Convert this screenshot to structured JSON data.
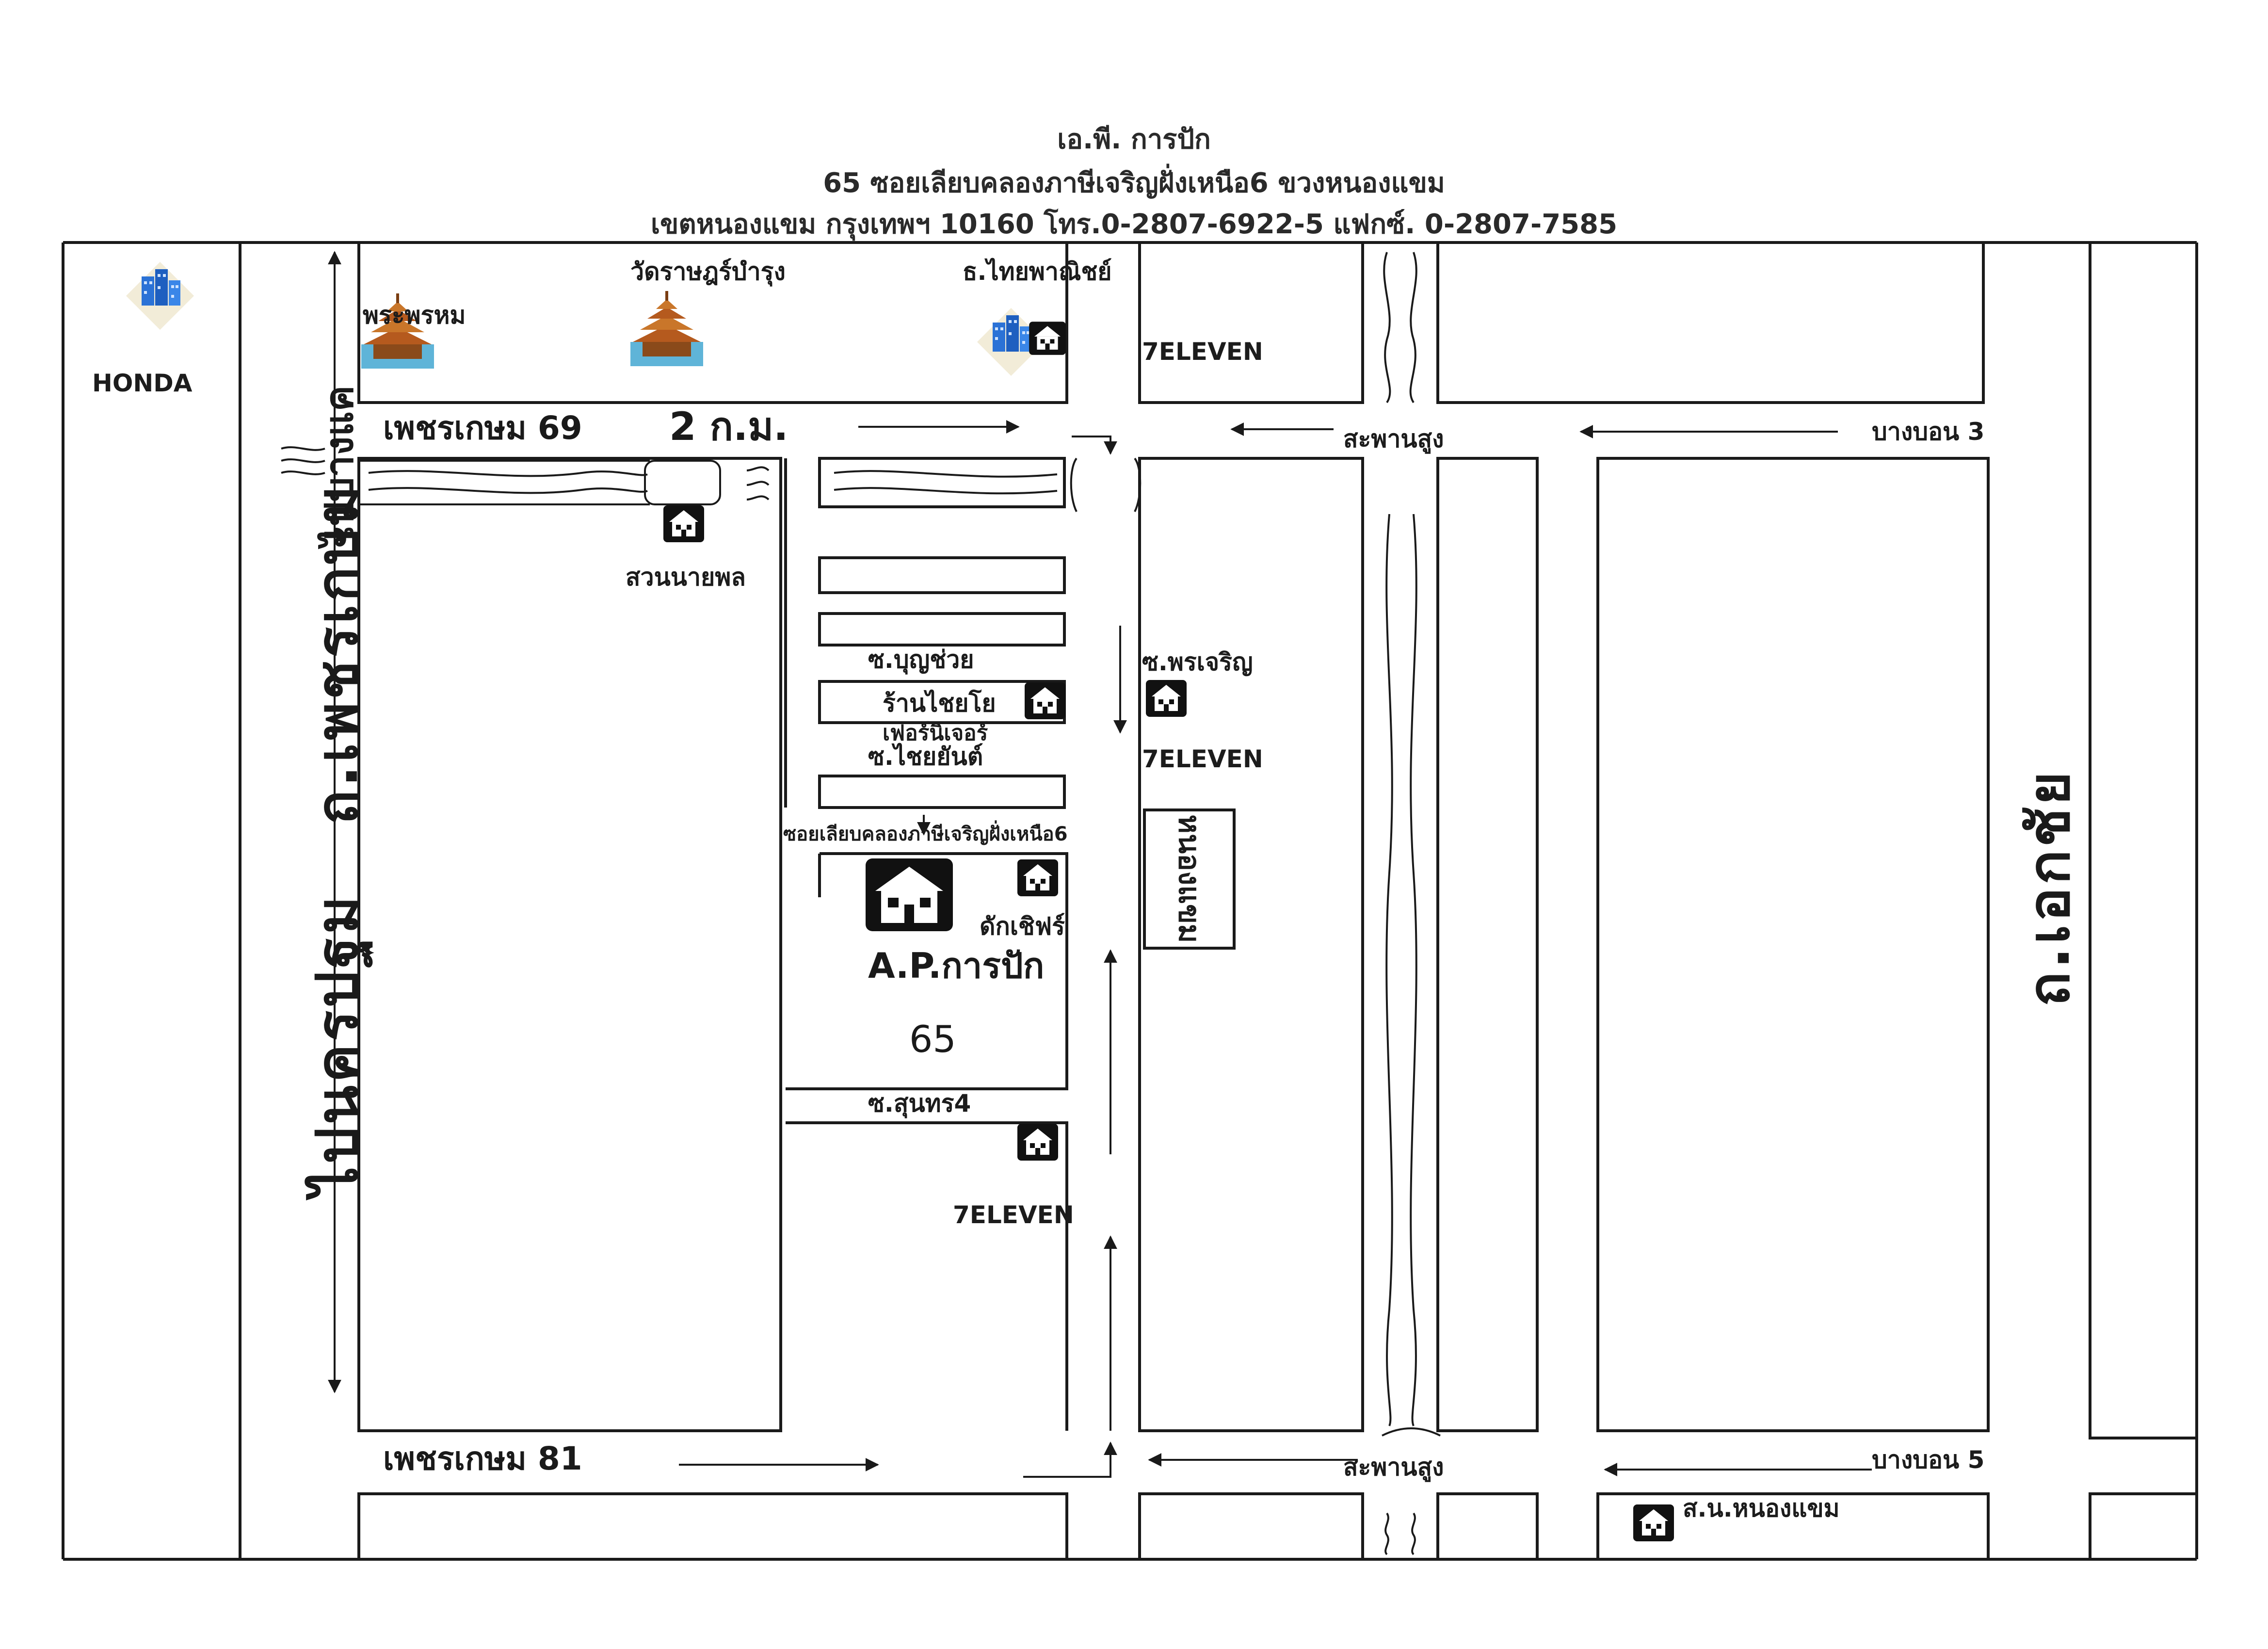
{
  "header": {
    "name": "เอ.พี. การปัก",
    "address": "65 ซอยเลียบคลองภาษีเจริญฝั่งเหนือ6 ขวงหนองแขม",
    "contact": "เขตหนองแขม กรุงเทพฯ  10160   โทร.0-2807-6922-5 แฟกซ์. 0-2807-7585"
  },
  "roads": {
    "phetkasem69": "เพชรเกษม 69",
    "phetkasem81": "เพชรเกษม 81",
    "distance": "2 ก.ม.",
    "to_bang_khae": "ไปบางแค",
    "phetkasem_main": "ถ.เพชรเกษม",
    "to_nakhon_pathom": "ไปนครปฐม",
    "ekkachai": "ถ.เอกชัย",
    "bang_bon_3": "บางบอน 3",
    "bang_bon_5": "บางบอน 5",
    "bridge_north": "สะพานสูง",
    "bridge_south": "สะพานสูง",
    "soi_boonchuai": "ซ.บุญช่วย",
    "soi_chaiyan": "ซ.ไชยยันต์",
    "soi_lieb_khlong": "ซอยเลียบคลองภาษีเจริญฝั่งเหนือ6",
    "soi_sunthon4": "ซ.สุนทร4",
    "soi_phonchalern": "ซ.พรเจริญ",
    "nong_khaem": "หนองแขม"
  },
  "landmarks": {
    "honda": "HONDA",
    "phra_phrom": "พระพรหม",
    "wat": "วัดราษฎร์บำรุง",
    "bank": "ธ.ไทยพาณิชย์",
    "seven_top": "7ELEVEN",
    "seven_mid": "7ELEVEN",
    "seven_bottom": "7ELEVEN",
    "suan_nai_phon": "สวนนายพล",
    "chaiyo_shop_1": "ร้านไชยโย",
    "chaiyo_shop_2": "เฟอร์นิเจอร์",
    "duk_chef": "ดักเชิฟร์",
    "ap_name": "A.P.การปัก",
    "ap_number": "65",
    "school": "ส.น.หนองแขม"
  },
  "colors": {
    "line": "#1a1a1a",
    "building": "#2b72d6",
    "temple": "#c9762a",
    "water": "#5fb4d8"
  }
}
